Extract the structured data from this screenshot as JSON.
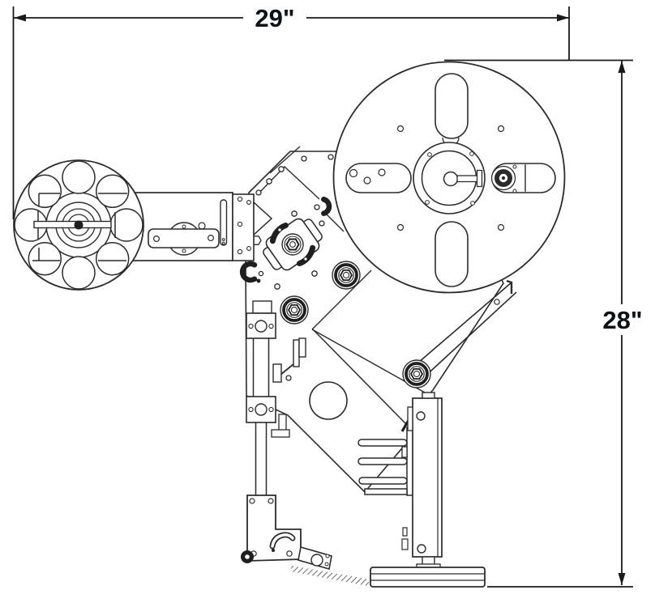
{
  "page": {
    "background_color": "#ffffff"
  },
  "drawing": {
    "type": "technical-line-drawing",
    "view": "side-elevation",
    "subject": "label-applicator-machine",
    "line_color": "#2b2b2b",
    "dark_fill": "#1f1f1f",
    "components": [
      "rewind-wheel",
      "transfer-arm",
      "frame-plate",
      "tension-brake",
      "idler-bearing-upper",
      "idler-bearing-lower",
      "unwind-reel",
      "dancer-arm",
      "dancer-roller",
      "pneumatic-cylinder",
      "sensor-flag",
      "pivot-bracket",
      "link-bar",
      "web-hatch",
      "peel-plate-prongs",
      "applicator-column",
      "base-plate"
    ]
  },
  "dimensions": {
    "width": {
      "label": "29\"",
      "inches": 29,
      "orientation": "horizontal"
    },
    "height": {
      "label": "28\"",
      "inches": 28,
      "orientation": "vertical"
    }
  }
}
